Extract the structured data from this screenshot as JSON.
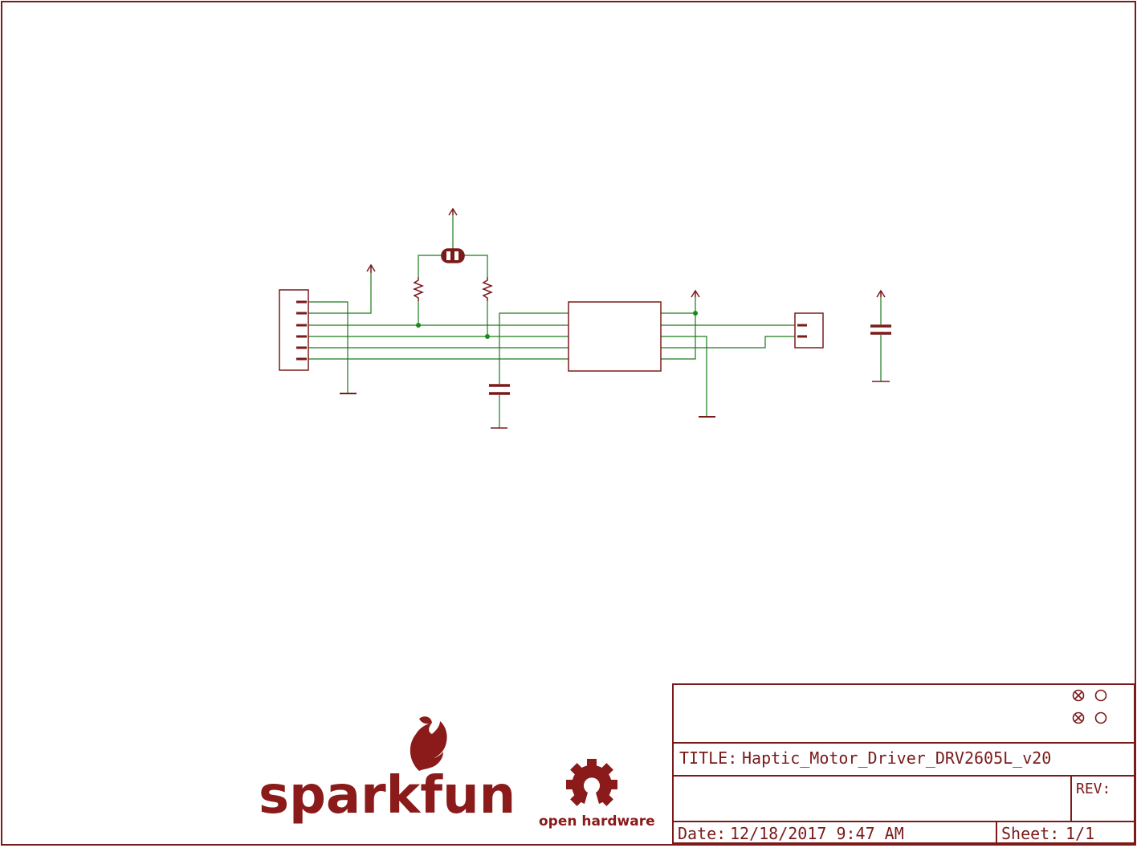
{
  "title_block": {
    "title_label": "TITLE:",
    "title_value": "Haptic_Motor_Driver_DRV2605L_v20",
    "rev_label": "REV:",
    "date_label": "Date:",
    "date_value": "12/18/2017 9:47 AM",
    "sheet_label": "Sheet:",
    "sheet_value": "1/1"
  },
  "logos": {
    "sparkfun_wordmark": "sparkfun",
    "open_hardware_caption": "open hardware"
  },
  "colors": {
    "border": "#7a1a1a",
    "symbol": "#7a1a1a",
    "wire": "#1a7a1a",
    "junction": "#1a8a1a",
    "logo": "#8b1a1a"
  }
}
